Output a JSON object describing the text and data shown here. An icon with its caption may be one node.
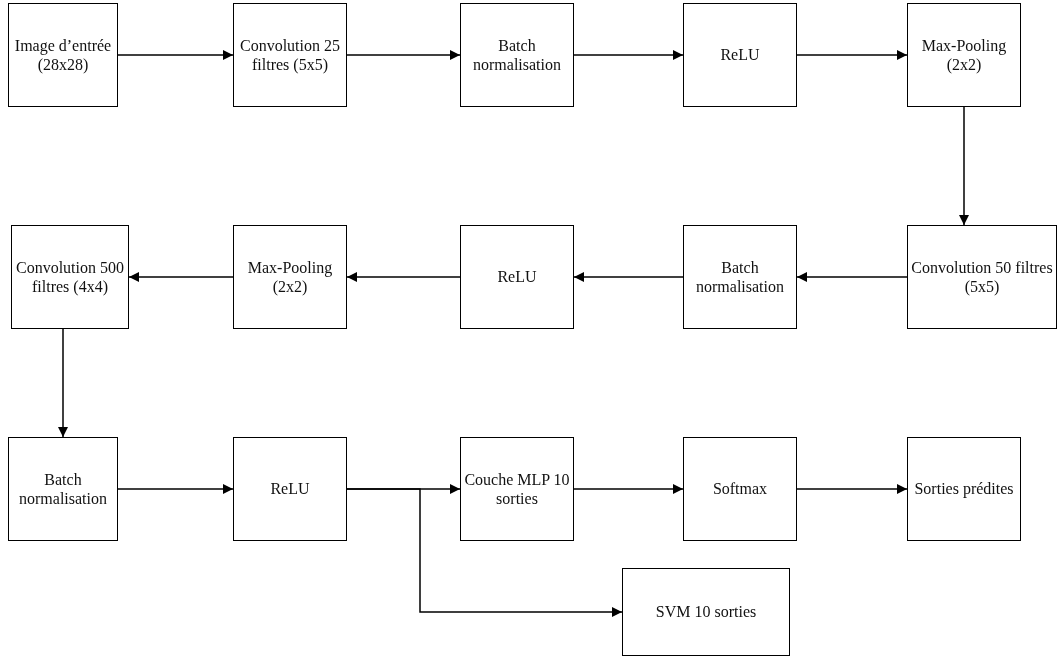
{
  "diagram": {
    "nodes": [
      {
        "text": [
          "Image d’entrée (28x28)"
        ]
      },
      {
        "text": [
          "Convolution 25 filtres (5x5)"
        ]
      },
      {
        "text": [
          "Batch normalisation"
        ]
      },
      {
        "text": [
          "ReLU"
        ]
      },
      {
        "text": [
          "Max-Pooling (2x2)"
        ]
      },
      {
        "text": [
          "Convolution 50 filtres (5x5)"
        ]
      },
      {
        "text": [
          "Batch normalisation"
        ]
      },
      {
        "text": [
          "ReLU"
        ]
      },
      {
        "text": [
          "Max-Pooling (2x2)"
        ]
      },
      {
        "text": [
          "Convolution 500 filtres (4x4)"
        ]
      },
      {
        "text": [
          "Batch normalisation"
        ]
      },
      {
        "text": [
          "ReLU"
        ]
      },
      {
        "text": [
          "Couche MLP 10 sorties"
        ]
      },
      {
        "text": [
          "Softmax"
        ]
      },
      {
        "text": [
          "Sorties prédites"
        ]
      },
      {
        "text": [
          "SVM 10 sorties"
        ]
      }
    ],
    "edges": [
      {
        "from": 0,
        "to": 1,
        "arrow": "to"
      },
      {
        "from": 1,
        "to": 2,
        "arrow": "to"
      },
      {
        "from": 2,
        "to": 3,
        "arrow": "to"
      },
      {
        "from": 3,
        "to": 4,
        "arrow": "to"
      },
      {
        "from": 4,
        "to": 5,
        "arrow": "to"
      },
      {
        "from": 5,
        "to": 6,
        "arrow": "to"
      },
      {
        "from": 6,
        "to": 7,
        "arrow": "to"
      },
      {
        "from": 7,
        "to": 8,
        "arrow": "to"
      },
      {
        "from": 8,
        "to": 9,
        "arrow": "to"
      },
      {
        "from": 9,
        "to": 10,
        "arrow": "to"
      },
      {
        "from": 10,
        "to": 11,
        "arrow": "to"
      },
      {
        "from": 11,
        "to": 12,
        "arrow": "to"
      },
      {
        "from": 12,
        "to": 13,
        "arrow": "to"
      },
      {
        "from": 13,
        "to": 14,
        "arrow": "to"
      },
      {
        "from": 11,
        "to": 15,
        "arrow": "to"
      }
    ]
  }
}
